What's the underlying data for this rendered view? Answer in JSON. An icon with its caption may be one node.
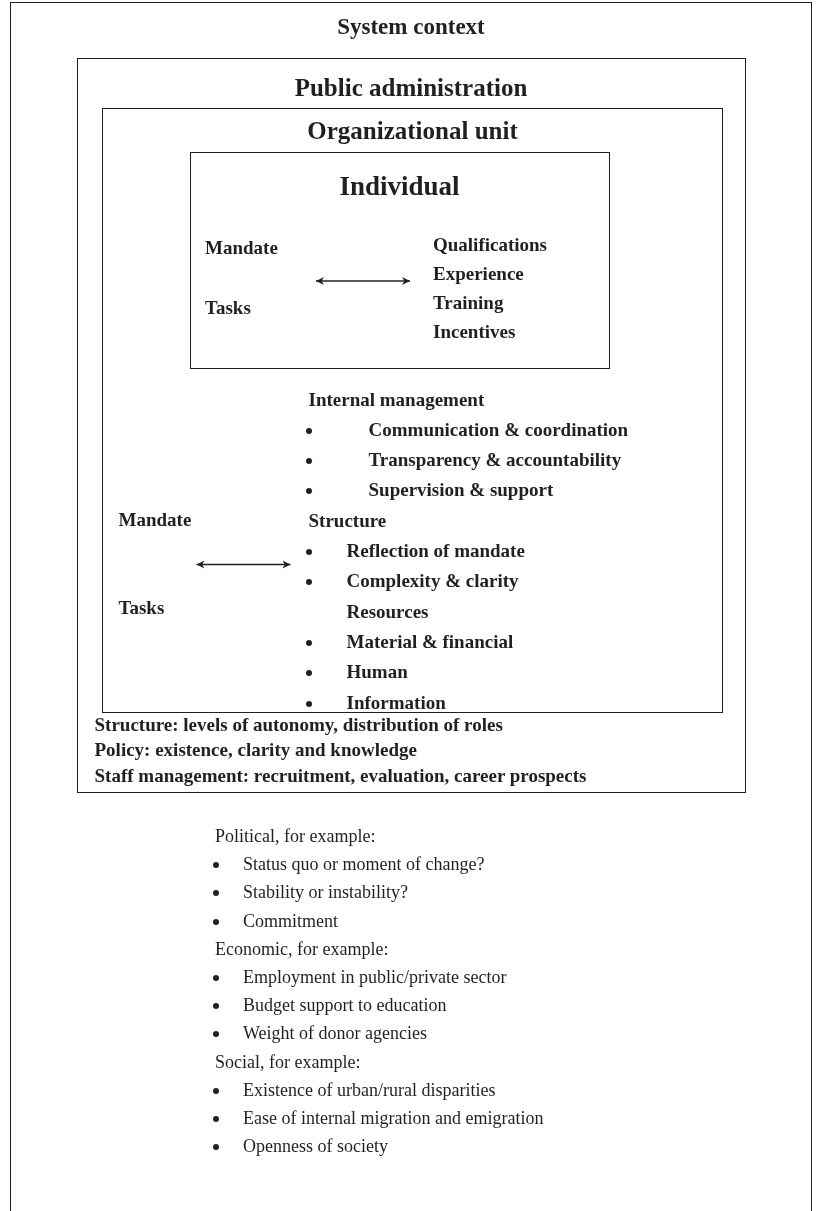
{
  "diagram": {
    "nodes": [
      {
        "text": [
          "System context"
        ]
      },
      {
        "text": [
          "Public administration",
          "Structure: levels of autonomy, distribution of roles",
          "Policy: existence, clarity and knowledge",
          "Staff management: recruitment, evaluation, career prospects"
        ],
        "in": 0
      },
      {
        "text": [
          "Organizational unit"
        ],
        "in": 1
      },
      {
        "text": [
          "Individual"
        ],
        "in": 2
      },
      {
        "text": [
          "Mandate",
          "Tasks"
        ],
        "in": 3
      },
      {
        "text": [
          "Qualifications",
          "Experience",
          "Training",
          "Incentives"
        ],
        "in": 3
      },
      {
        "text": [
          "Mandate",
          "Tasks"
        ],
        "in": 2
      },
      {
        "text": [
          "Internal management",
          "Communication & coordination",
          "Transparency & accountability",
          "Supervision & support",
          "Structure",
          "Reflection of mandate",
          "Complexity & clarity",
          "Resources",
          "Material & financial",
          "Human",
          "Information"
        ],
        "in": 2
      }
    ],
    "edges": [
      {
        "from": 4,
        "to": 5,
        "arrow": "both"
      },
      {
        "from": 6,
        "to": 7,
        "arrow": "both"
      }
    ],
    "labels": [
      "Political, for example:",
      "Status quo or moment of change?",
      "Stability or instability?",
      "Commitment",
      "Economic, for example:",
      "Employment in public/private sector",
      "Budget support to education",
      "Weight of donor agencies",
      "Social, for example:",
      "Existence of urban/rural disparities",
      "Ease of internal migration and emigration",
      "Openness of society"
    ]
  }
}
